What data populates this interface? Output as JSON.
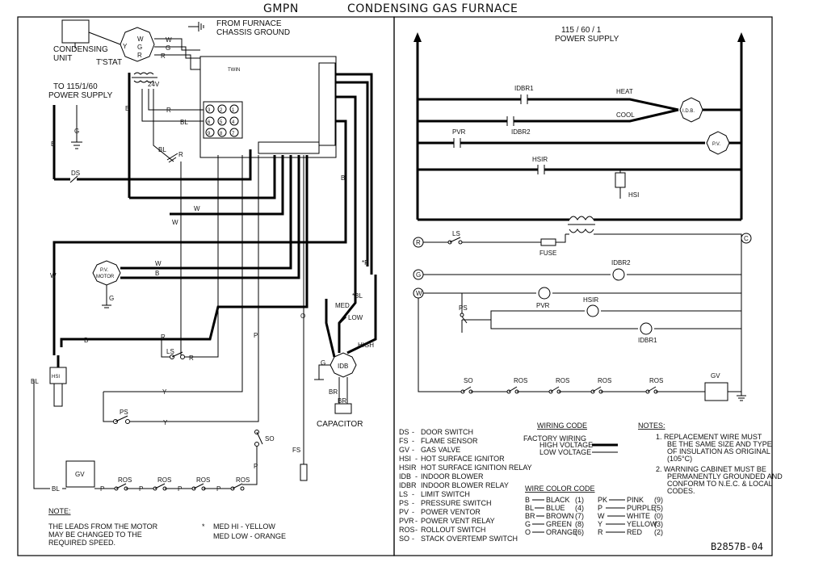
{
  "title": {
    "model": "GMPN",
    "name": "CONDENSING GAS FURNACE"
  },
  "left": {
    "from_furnace": [
      "FROM FURNACE",
      "CHASSIS GROUND"
    ],
    "condensing_unit": [
      "CONDENSING",
      "UNIT"
    ],
    "tstat": "T'STAT",
    "power": [
      "TO 115/1/60",
      "POWER SUPPLY"
    ],
    "twin": "TWIN",
    "v24": "24V",
    "ds": "DS",
    "pv_motor": [
      "P.V.",
      "MOTOR"
    ],
    "hsi": "HSI",
    "ls": "LS",
    "ps": "PS",
    "so": "SO",
    "fs": "FS",
    "gv": "GV",
    "idb": "IDB",
    "capacitor": "CAPACITOR",
    "ros": [
      "ROS",
      "ROS",
      "ROS",
      "ROS"
    ],
    "med": "MED",
    "low": "LOW",
    "high": "HIGH",
    "star_r": "*R",
    "star_bl": "*BL",
    "pins": [
      "3",
      "2",
      "1",
      "6",
      "5",
      "4",
      "9",
      "8",
      "7"
    ],
    "wire_letters": {
      "y": "Y",
      "g": "G",
      "r": "R",
      "w": "W",
      "b": "B",
      "bl": "BL",
      "p": "P",
      "o": "O",
      "br": "BR"
    },
    "note_title": "NOTE:",
    "note_lines": [
      "THE LEADS FROM THE MOTOR",
      "MAY BE CHANGED TO THE",
      "REQUIRED SPEED."
    ],
    "speed_note": [
      "MED HI - YELLOW",
      "MED LOW - ORANGE"
    ],
    "asterisk": "*"
  },
  "right": {
    "power": [
      "115 / 60 / 1",
      "POWER SUPPLY"
    ],
    "idbr1": "IDBR1",
    "idbr2": "IDBR2",
    "heat": "HEAT",
    "cool": "COOL",
    "idb": "I.D.B.",
    "pvr": "PVR",
    "pv": "P.V.",
    "hsir": "HSIR",
    "hsi": "HSI",
    "ls": "LS",
    "fuse": "FUSE",
    "ps": "PS",
    "so": "SO",
    "ros": [
      "ROS",
      "ROS",
      "ROS",
      "ROS"
    ],
    "gv": "GV",
    "nodes": [
      "R",
      "G",
      "W",
      "C"
    ]
  },
  "legend": [
    {
      "code": "DS",
      "desc": "DOOR SWITCH"
    },
    {
      "code": "FS",
      "desc": "FLAME SENSOR"
    },
    {
      "code": "GV",
      "desc": "GAS VALVE"
    },
    {
      "code": "HSI",
      "desc": "HOT SURFACE IGNITOR"
    },
    {
      "code": "HSIR",
      "desc": "HOT SURFACE IGNITION RELAY"
    },
    {
      "code": "IDB",
      "desc": "INDOOR BLOWER"
    },
    {
      "code": "IDBR",
      "desc": "INDOOR BLOWER RELAY"
    },
    {
      "code": "LS",
      "desc": "LIMIT SWITCH"
    },
    {
      "code": "PS",
      "desc": "PRESSURE SWITCH"
    },
    {
      "code": "PV",
      "desc": "POWER VENTOR"
    },
    {
      "code": "PVR",
      "desc": "POWER VENT RELAY"
    },
    {
      "code": "ROS",
      "desc": "ROLLOUT SWITCH"
    },
    {
      "code": "SO",
      "desc": "STACK OVERTEMP SWITCH"
    }
  ],
  "wiring_code": {
    "title": "WIRING CODE",
    "factory": "FACTORY WIRING",
    "high": "HIGH VOLTAGE",
    "low": "LOW VOLTAGE"
  },
  "wire_color": {
    "title": "WIRE  COLOR  CODE",
    "left": [
      {
        "code": "B",
        "name": "BLACK",
        "num": "(1)"
      },
      {
        "code": "BL",
        "name": "BLUE",
        "num": "(4)"
      },
      {
        "code": "BR",
        "name": "BROWN",
        "num": "(7)"
      },
      {
        "code": "G",
        "name": "GREEN",
        "num": "(8)"
      },
      {
        "code": "O",
        "name": "ORANGE",
        "num": "(6)"
      }
    ],
    "right": [
      {
        "code": "PK",
        "name": "PINK",
        "num": "(9)"
      },
      {
        "code": "P",
        "name": "PURPLE",
        "num": "(5)"
      },
      {
        "code": "W",
        "name": "WHITE",
        "num": "(0)"
      },
      {
        "code": "Y",
        "name": "YELLOW",
        "num": "(3)"
      },
      {
        "code": "R",
        "name": "RED",
        "num": "(2)"
      }
    ]
  },
  "notes": {
    "title": "NOTES:",
    "n1": [
      "1.  REPLACEMENT WIRE MUST",
      "BE THE SAME SIZE AND TYPE",
      "OF INSULATION AS ORIGINAL",
      "(105°C)"
    ],
    "n2": [
      "2.  WARNING CABINET MUST BE",
      "PERMANENTLY GROUNDED AND",
      "CONFORM TO N.E.C. & LOCAL",
      "CODES."
    ]
  },
  "part_number": "B2857B-04"
}
